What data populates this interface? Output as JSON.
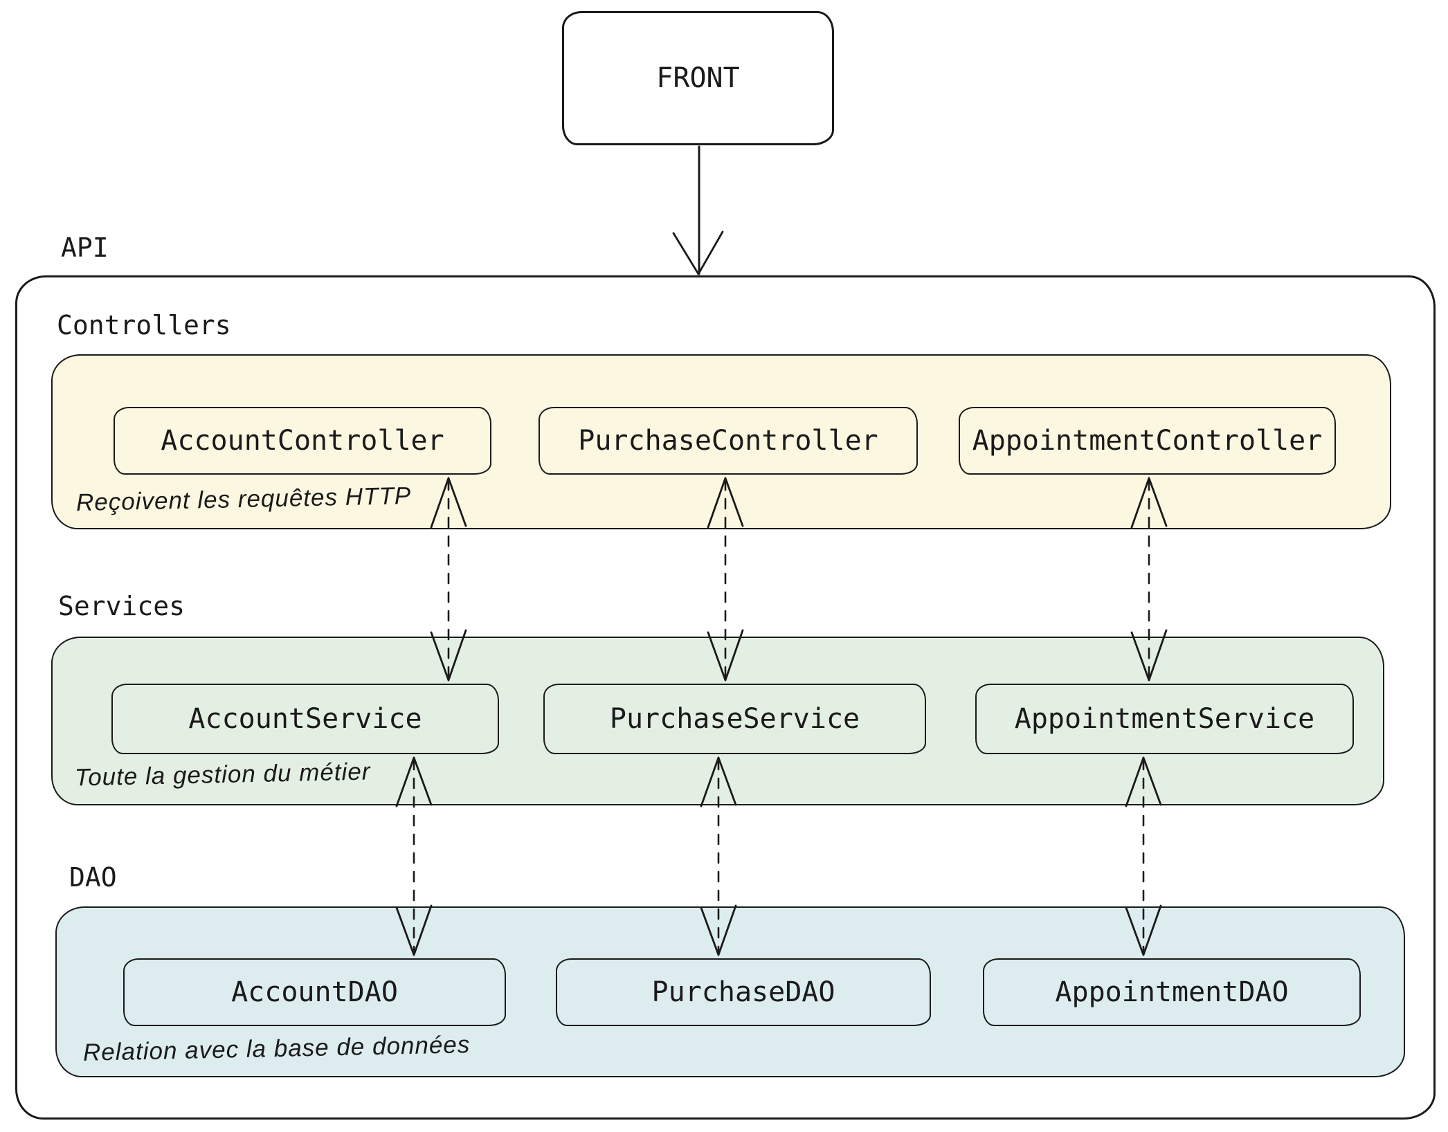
{
  "diagram": {
    "front_label": "FRONT",
    "api_label": "API",
    "layers": [
      {
        "id": "controllers",
        "label": "Controllers",
        "note": "Reçoivent les requêtes HTTP",
        "fill": "#fcf7e1",
        "boxes": [
          "AccountController",
          "PurchaseController",
          "AppointmentController"
        ]
      },
      {
        "id": "services",
        "label": "Services",
        "note": "Toute la gestion du métier",
        "fill": "#e4efe4",
        "boxes": [
          "AccountService",
          "PurchaseService",
          "AppointmentService"
        ]
      },
      {
        "id": "dao",
        "label": "DAO",
        "note": "Relation avec la base de données",
        "fill": "#dcecef",
        "boxes": [
          "AccountDAO",
          "PurchaseDAO",
          "AppointmentDAO"
        ]
      }
    ],
    "colors": {
      "stroke": "#1a1a1a",
      "background": "#ffffff"
    }
  }
}
